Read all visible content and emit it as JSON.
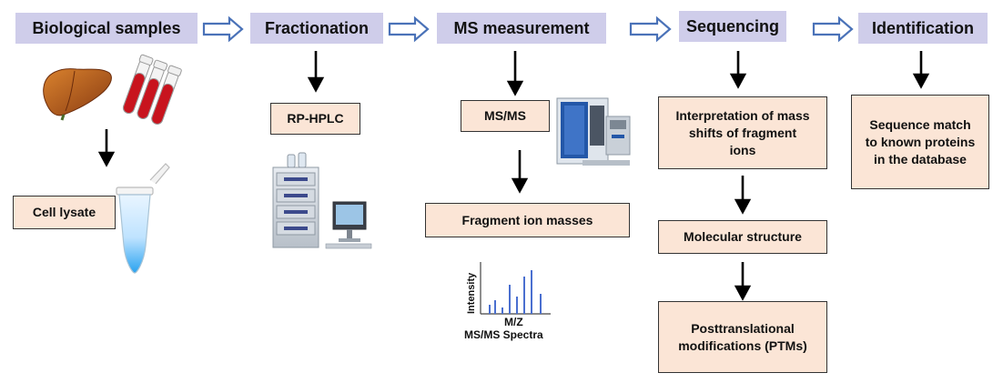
{
  "stages": {
    "biological_samples": "Biological samples",
    "fractionation": "Fractionation",
    "ms_measurement": "MS measurement",
    "sequencing": "Sequencing",
    "identification": "Identification"
  },
  "boxes": {
    "cell_lysate": "Cell lysate",
    "rp_hplc": "RP-HPLC",
    "ms_ms": "MS/MS",
    "fragment_ion_masses": "Fragment ion masses",
    "interpretation": "Interpretation of mass shifts of fragment ions",
    "molecular_structure": "Molecular structure",
    "ptms": "Posttranslational modifications (PTMs)",
    "sequence_match": "Sequence match to known proteins in the database"
  },
  "spectrum": {
    "y_label": "Intensity",
    "x_label": "M/Z",
    "caption": "MS/MS Spectra"
  },
  "colors": {
    "header_bg": "#cfcdea",
    "box_bg": "#fbe5d6",
    "flow_arrow": "#4a72b8",
    "spectrum_peaks": "#4a6fd0"
  },
  "icons": [
    "liver-icon",
    "blood-tubes-icon",
    "microtube-icon",
    "hplc-instrument-icon",
    "mass-spectrometer-icon"
  ]
}
